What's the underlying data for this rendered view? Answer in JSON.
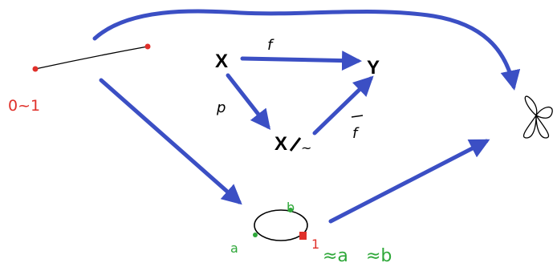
{
  "nodes": {
    "X": "X",
    "Y": "Y",
    "quotient_X": "X",
    "quotient_sub": "~"
  },
  "labels": {
    "f": "f",
    "p": "p",
    "f_bar": "f",
    "segment_rel": "0~1",
    "a": "a",
    "b": "b",
    "one": "1",
    "rel_a": "≈a",
    "rel_b": "≈b"
  },
  "colors": {
    "arrow": "#3b4fc4",
    "annotation_red": "#e0302a",
    "annotation_green": "#2fa83a",
    "ink": "#000000"
  },
  "icons": [
    "segment-icon",
    "circle-icon",
    "wedge-of-circles-icon"
  ]
}
